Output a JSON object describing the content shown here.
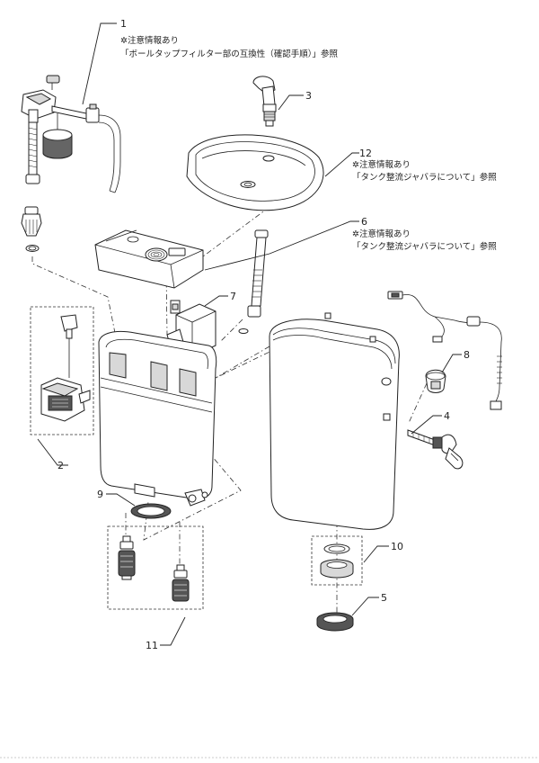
{
  "parts": [
    {
      "number": "1",
      "note_mark": "✲",
      "note": "注意情報あり",
      "note_ref": "「ボールタップフィルター部の互換性（確認手順）」参照"
    },
    {
      "number": "2"
    },
    {
      "number": "3"
    },
    {
      "number": "4"
    },
    {
      "number": "5"
    },
    {
      "number": "6",
      "note_mark": "✲",
      "note": "注意情報あり",
      "note_ref": "「タンク整流ジャバラについて」参照"
    },
    {
      "number": "7"
    },
    {
      "number": "8"
    },
    {
      "number": "9"
    },
    {
      "number": "10"
    },
    {
      "number": "11"
    },
    {
      "number": "12",
      "note_mark": "✲",
      "note": "注意情報あり",
      "note_ref": "「タンク整流ジャバラについて」参照"
    }
  ]
}
